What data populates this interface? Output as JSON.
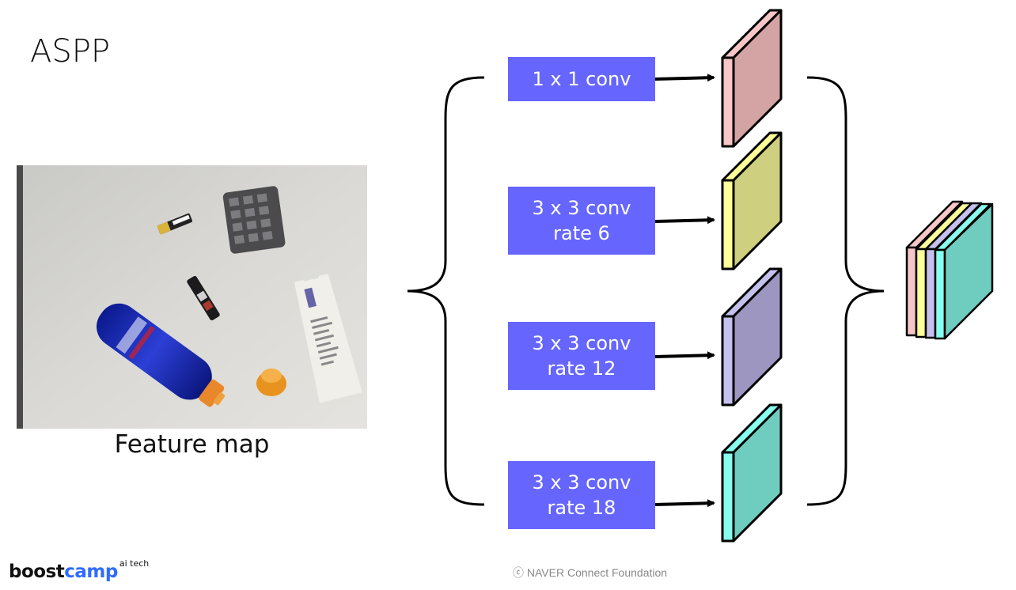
{
  "slide": {
    "title": "ASPP",
    "feature_map_label": "Feature map"
  },
  "branches": [
    {
      "line1": "1 x 1 conv",
      "line2": ""
    },
    {
      "line1": "3 x 3 conv",
      "line2": "rate 6"
    },
    {
      "line1": "3 x 3 conv",
      "line2": "rate 12"
    },
    {
      "line1": "3 x 3 conv",
      "line2": "rate 18"
    }
  ],
  "colors": {
    "conv_box": "#6666ff",
    "block1_face": "#d4a3a3",
    "block1_side": "#f7c6c6",
    "block2_face": "#cfcf80",
    "block2_side": "#ffff99",
    "block3_face": "#9d96c0",
    "block3_side": "#c4c1ee",
    "block4_face": "#6fcdc0",
    "block4_side": "#88ffee",
    "logo_accent": "#2f6bff"
  },
  "logo": {
    "part1": "boost",
    "part2": "camp",
    "sup": "ai tech"
  },
  "footer": {
    "copyright": "ⓒ  NAVER Connect Foundation"
  }
}
